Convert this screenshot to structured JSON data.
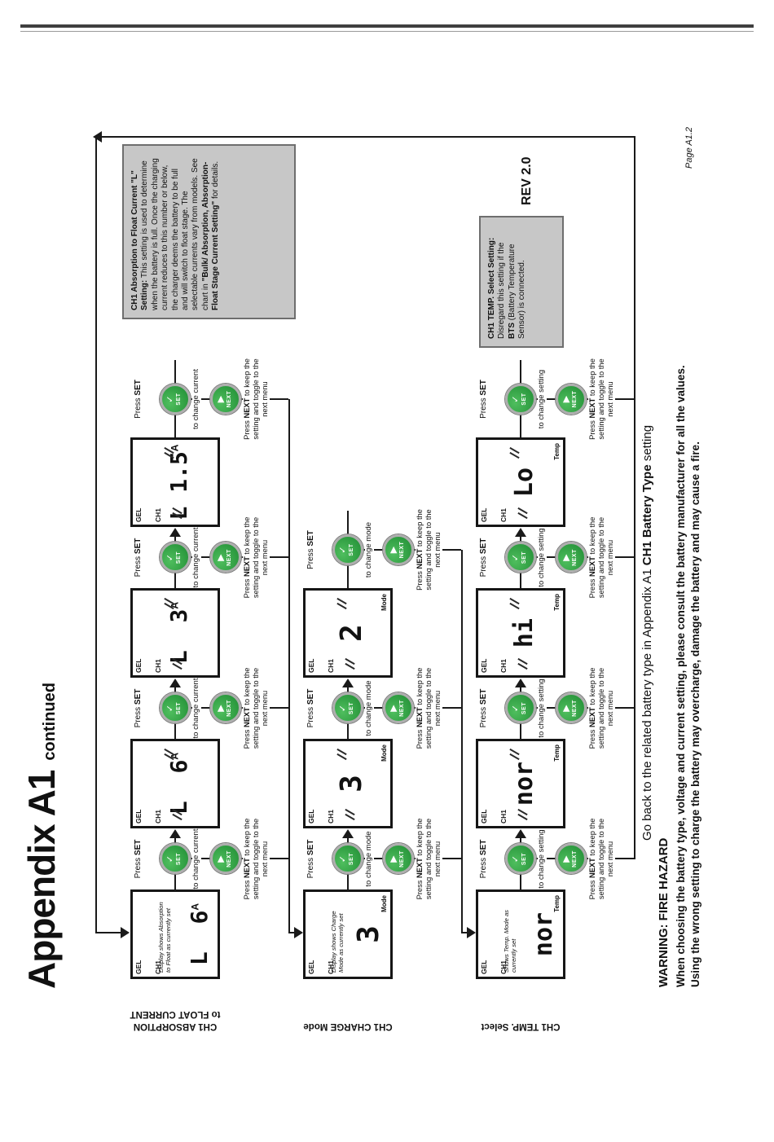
{
  "page": {
    "title": "Appendix A1",
    "title_suffix": "continued",
    "rev": "REV 2.0",
    "page_number": "Page A1.2",
    "go_back": {
      "pre": "Go back to the related battery type in Appendix A1 ",
      "bold": "CH1 Battery Type",
      "post": " setting"
    },
    "warning": {
      "heading": "WARNING: FIRE HAZARD",
      "line1": "When choosing the battery type, voltage and current setting, please consult the battery manufacturer for all the values.",
      "line2": "Using the wrong setting to charge the battery may overcharge, damage the battery and may cause a fire."
    }
  },
  "callouts": {
    "absorption": {
      "heading": "CH1 Absorption to Float Current \"L\" Setting:",
      "body": " This setting is used to determine when the battery is full. Once the charging current reduces to this number or below, the charger deems the battery to be full and will switch to float stage. The selectable currents vary from models. See chart in ",
      "ref": "\"Bulk/ Absorption, Absorption-Float Stage Current Setting\"",
      "tail": " for details."
    },
    "temp": {
      "heading": "CH1 TEMP. Select Setting:",
      "body": " Disregard this setting if the ",
      "bts": "BTS",
      "tail": " (Battery Temperature Sensor) is connected."
    }
  },
  "buttons": {
    "next_label": "NEXT",
    "next_icon": "▶",
    "set_label": "SET",
    "set_icon": "✓"
  },
  "captions": {
    "press": "Press",
    "next_caption_post": "to keep the setting and toggle to the next menu"
  },
  "lcd": {
    "type_label": "GEL",
    "channel_label": "CH1"
  },
  "flow": {
    "rows": [
      {
        "label_line1": "CH1 ABSORPTION",
        "label_line2": "to FLOAT CURRENT",
        "set_action": "to change current",
        "unit": "A",
        "badge": "",
        "displays": [
          {
            "value": "L  6",
            "blink": false,
            "caption": "Display shows Absorption to Float as currently set"
          },
          {
            "value": "L  6",
            "blink": true,
            "caption": ""
          },
          {
            "value": "L  3",
            "blink": true,
            "caption": ""
          },
          {
            "value": "L 1.5",
            "blink": true,
            "caption": ""
          }
        ]
      },
      {
        "label_line1": "CH1 CHARGE Mode",
        "label_line2": "",
        "set_action": "to change mode",
        "unit": "",
        "badge": "Mode",
        "displays": [
          {
            "value": "3",
            "blink": false,
            "caption": "Display shows Charge Mode as currently set"
          },
          {
            "value": "3",
            "blink": true,
            "caption": ""
          },
          {
            "value": "2",
            "blink": true,
            "caption": ""
          }
        ]
      },
      {
        "label_line1": "CH1 TEMP. Select",
        "label_line2": "",
        "set_action": "to change setting",
        "unit": "",
        "badge": "Temp",
        "displays": [
          {
            "value": "nor",
            "blink": false,
            "caption": "Shows Temp. Mode as currently set"
          },
          {
            "value": "nor",
            "blink": true,
            "caption": ""
          },
          {
            "value": "hi",
            "blink": true,
            "caption": ""
          },
          {
            "value": "Lo",
            "blink": true,
            "caption": ""
          }
        ]
      }
    ]
  }
}
